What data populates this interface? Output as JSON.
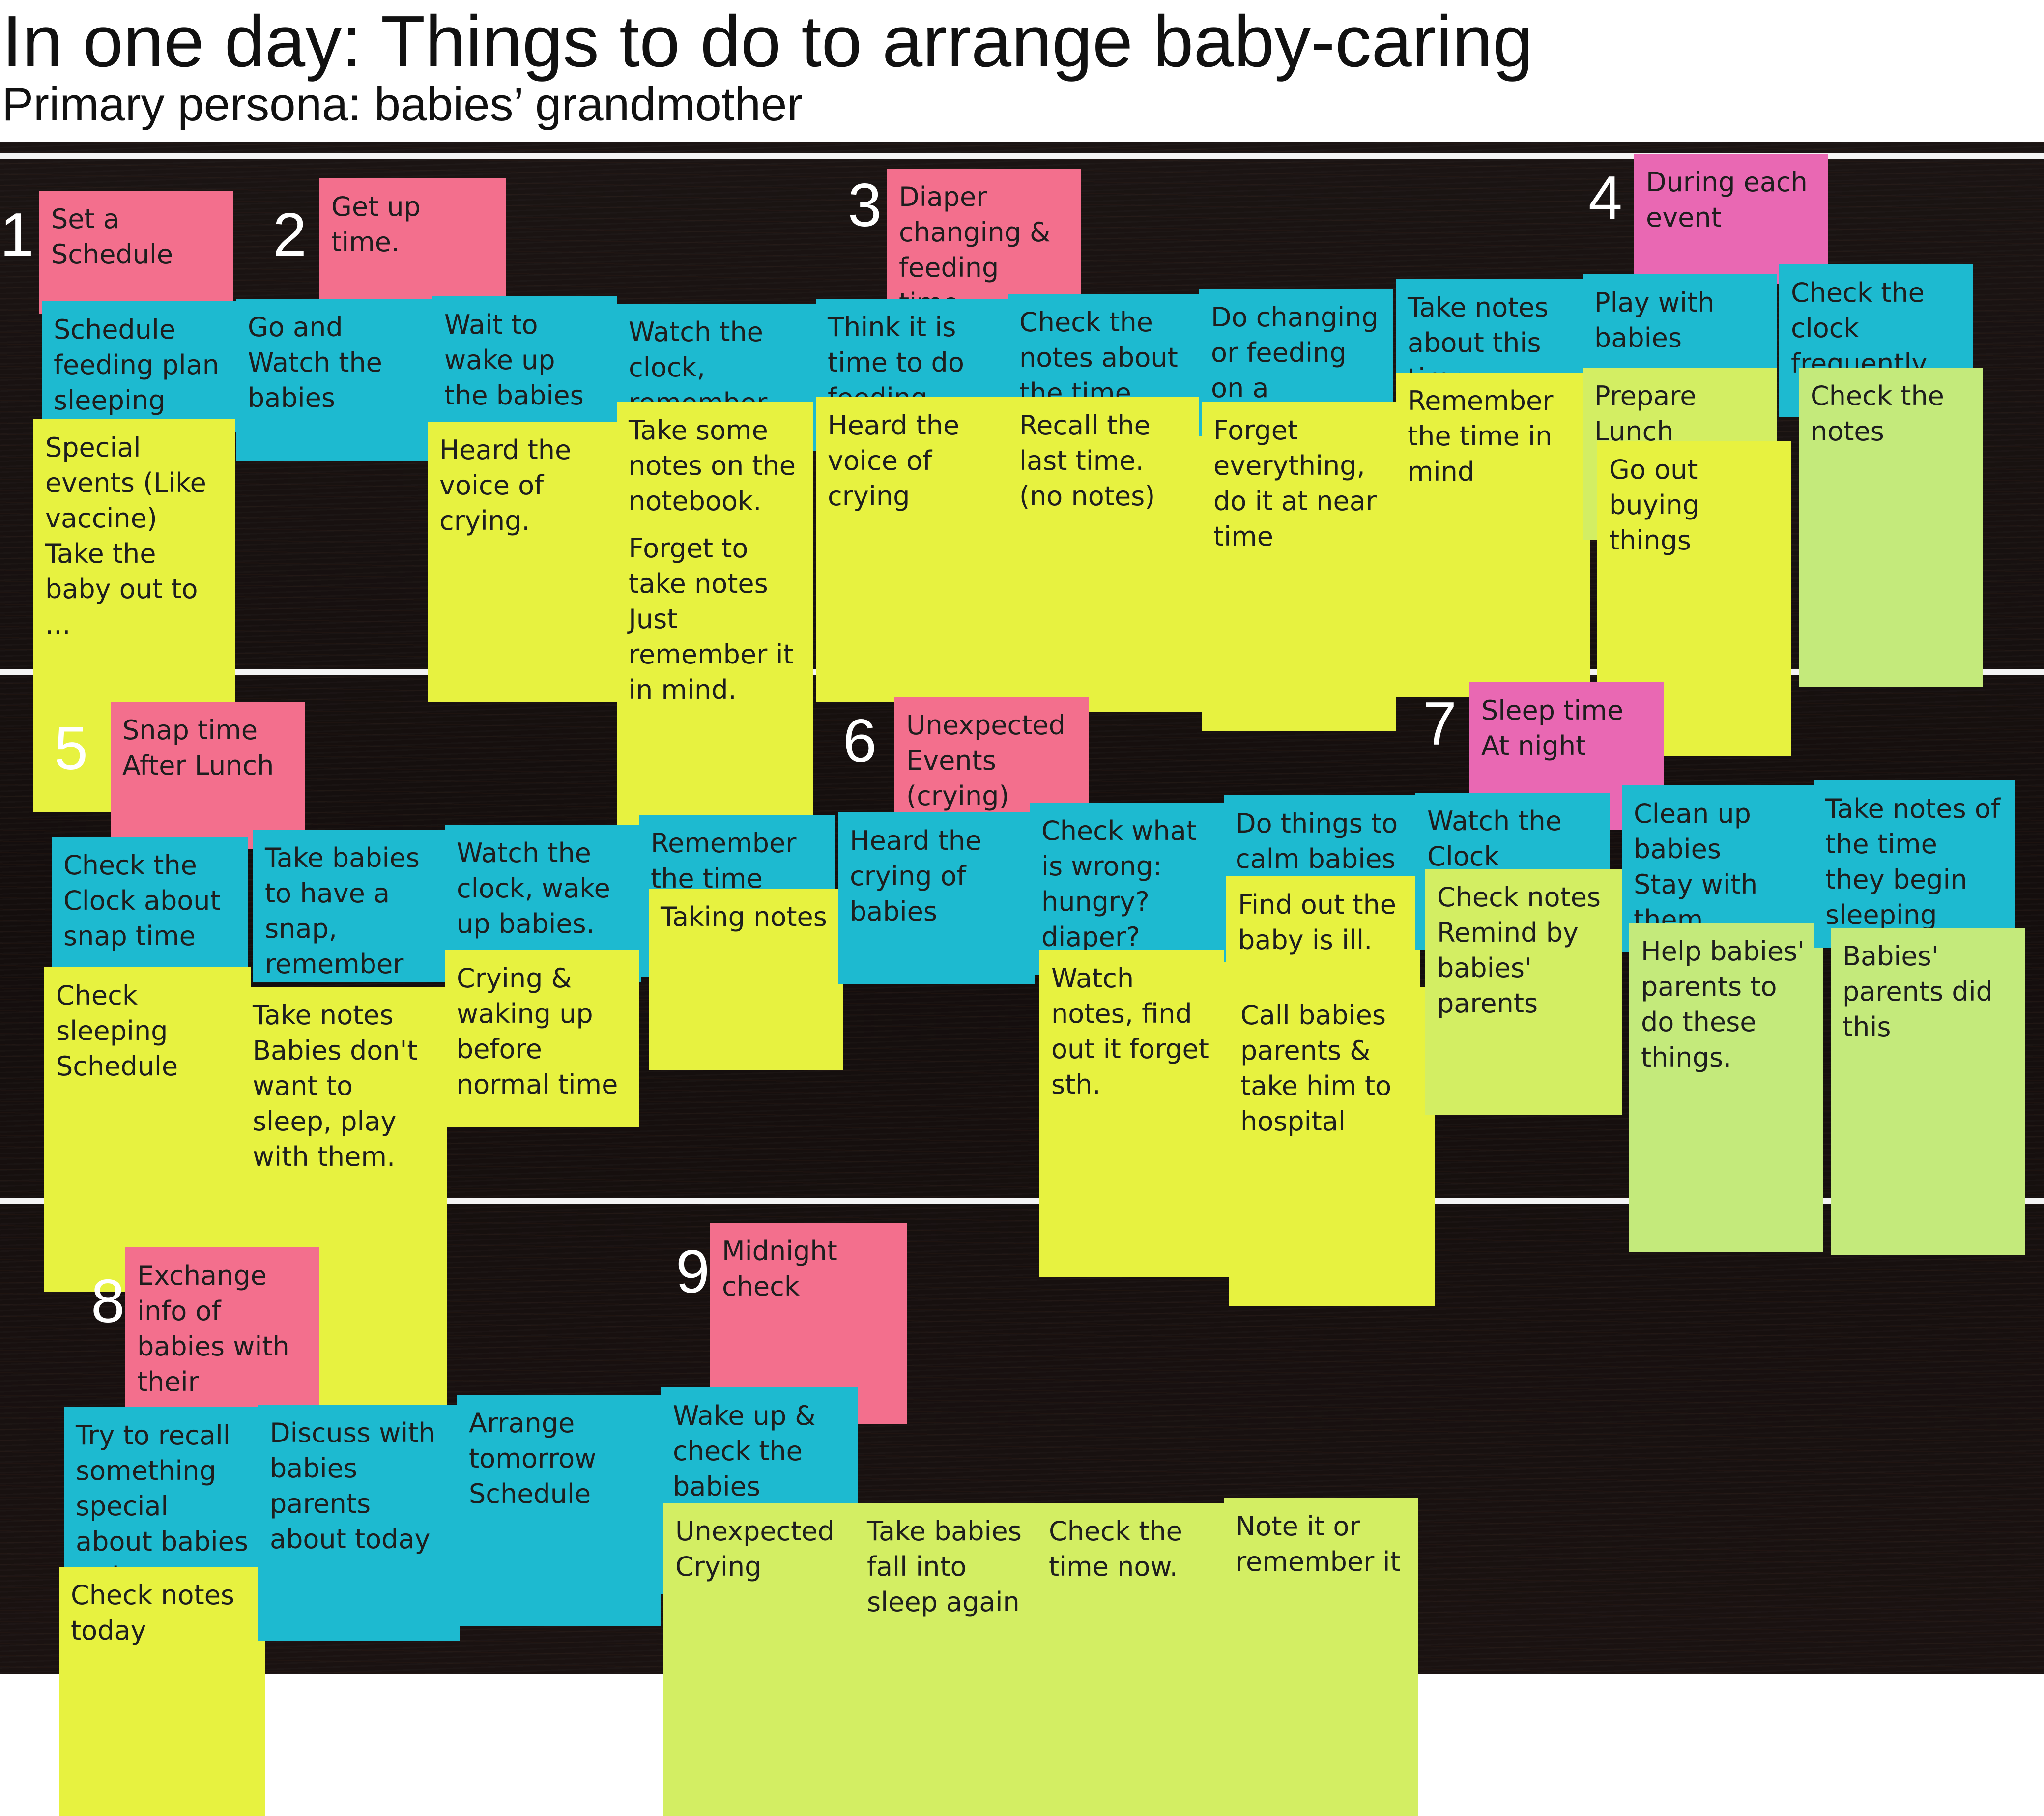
{
  "header": {
    "title": "In one day: Things to do to arrange baby-caring",
    "subtitle": "Primary persona: babies’ grandmother"
  },
  "sections": [
    {
      "number": "1",
      "label": "Set a Schedule"
    },
    {
      "number": "2",
      "label": "Get up time."
    },
    {
      "number": "3",
      "label": "Diaper changing & feeding time."
    },
    {
      "number": "4",
      "label": "During each event"
    },
    {
      "number": "5",
      "label": "Snap time After Lunch"
    },
    {
      "number": "6",
      "label": "Unexpected Events (crying)"
    },
    {
      "number": "7",
      "label": "Sleep time At night"
    },
    {
      "number": "8",
      "label": "Exchange info of babies with their parents"
    },
    {
      "number": "9",
      "label": "Midnight check"
    }
  ],
  "notes": {
    "s1_schedule": "Schedule feeding plan sleeping plan",
    "s1_special": "Special events (Like vaccine)",
    "s1_take_out": "Take the baby out to ...",
    "s2_go_watch": "Go and Watch the babies",
    "s2_wait": "Wait to wake up the babies",
    "s2_heard": "Heard the voice of crying.",
    "s3_watch_clock": "Watch the clock, remember the wake up time",
    "s3_take_notes": "Take some notes on the notebook.",
    "s3_forget": "Forget to take notes Just remember it in mind.",
    "s3_think": "Think it is time to do feeding (diaper)",
    "s3_heard": "Heard the voice of crying",
    "s3_check_notes": "Check the notes about the time",
    "s3_recall": "Recall the last time. (no notes)",
    "s3_do_changing": "Do changing or feeding on a scheduled time.",
    "s3_forget_all": "Forget everything, do it at near time",
    "s3_take_notes_time": "Take notes about this time",
    "s3_remember": "Remember the time in mind",
    "s4_play": "Play with babies",
    "s4_prepare": "Prepare Lunch",
    "s4_go_out": "Go out buying things",
    "s4_check_clock": "Check the clock frequently",
    "s4_check_notes": "Check the notes",
    "s5_check_clock": "Check the Clock about snap time",
    "s5_check_sleeping": "Check sleeping Schedule",
    "s5_take_babies": "Take babies to have a snap, remember time",
    "s5_take_notes": "Take notes",
    "s5_dont_want": "Babies don't want to sleep, play with them.",
    "s5_watch_clock": "Watch the clock, wake up babies.",
    "s5_crying": "Crying & waking up before normal time",
    "s5_remember": "Remember the time",
    "s5_taking_notes": "Taking notes",
    "s6_heard": "Heard the crying of babies",
    "s6_check_wrong": "Check what is wrong: hungry? diaper?",
    "s6_watch_notes": "Watch notes, find out it forget sth.",
    "s6_do_things": "Do things to calm babies",
    "s6_find_out": "Find out the baby is ill.",
    "s6_call": "Call babies parents & take him to hospital",
    "s7_watch_clock": "Watch the Clock",
    "s7_check_notes": "Check notes",
    "s7_remind": "Remind by babies' parents",
    "s7_clean_up": "Clean up babies",
    "s7_stay": "Stay with them",
    "s7_help": "Help babies' parents to do these things.",
    "s7_take_notes": "Take notes of the time they begin sleeping",
    "s7_parents_did": "Babies' parents did this",
    "s8_try_recall": "Try to recall something special about babies today",
    "s8_check_notes": "Check notes today",
    "s8_discuss": "Discuss with babies parents about today",
    "s8_arrange": "Arrange tomorrow Schedule",
    "s9_wake_up": "Wake up & check the babies",
    "s9_unexpected": "Unexpected Crying",
    "s9_take_babies": "Take babies fall into sleep again",
    "s9_check_time": "Check the time now.",
    "s9_note": "Note it or remember it"
  },
  "colors": {
    "header_pink": "#f36f8d",
    "header_magenta": "#e968b3",
    "cyan": "#1dbad0",
    "yellow": "#e7f240",
    "lime": "#d3ee63",
    "green": "#c4ea7b",
    "board": "#170f0e"
  }
}
